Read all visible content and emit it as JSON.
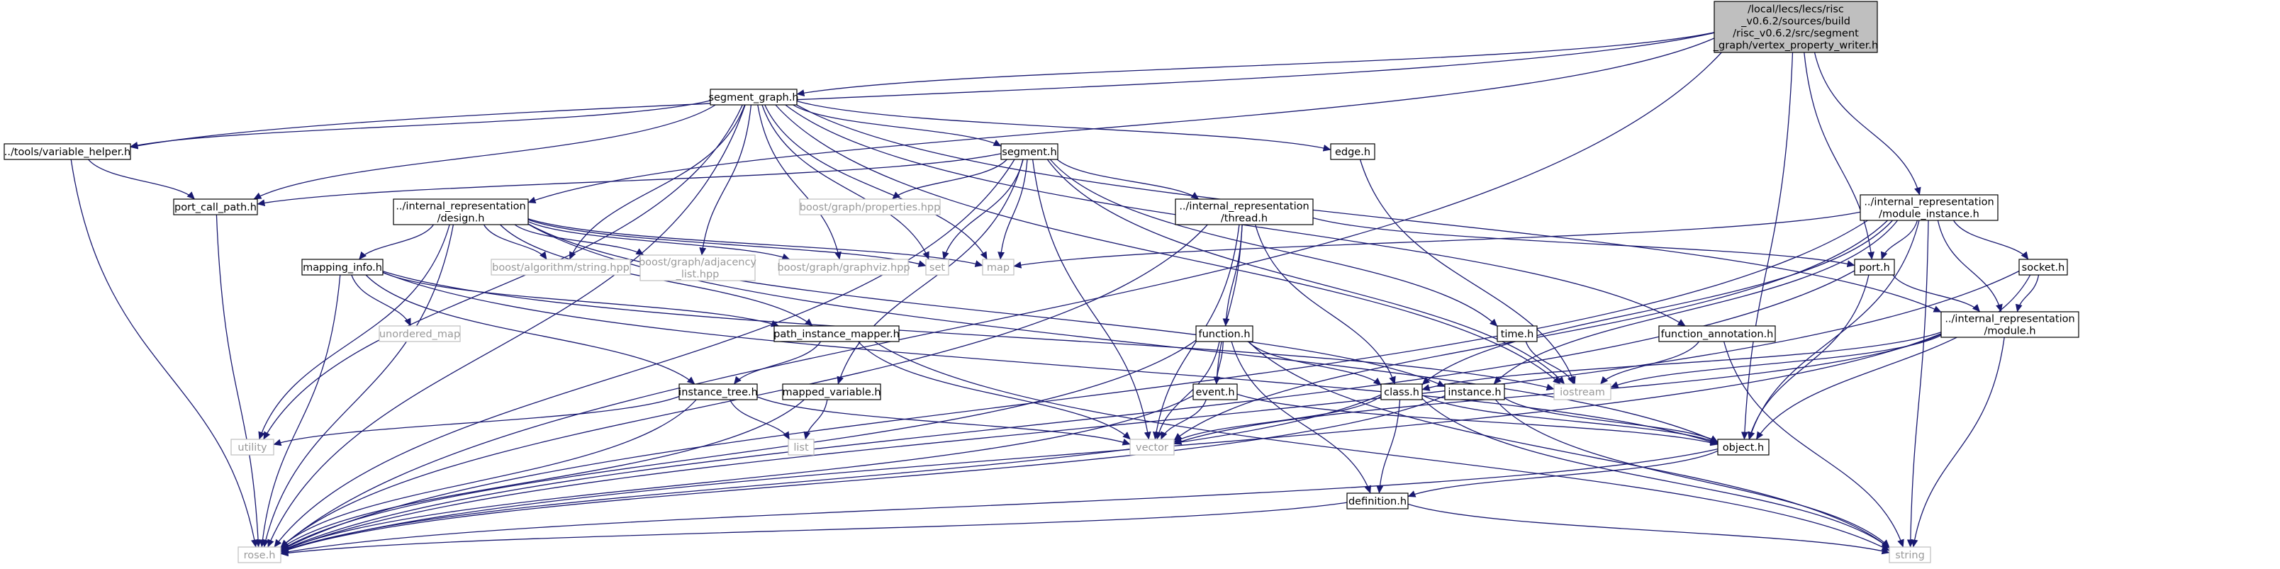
{
  "colors": {
    "edge": "#191970",
    "node_border": "#000000",
    "external_border": "#bfbfbf",
    "root_fill": "#bfbfbf",
    "node_fill": "#ffffff",
    "external_text": "#9a9a9a"
  },
  "nodes": [
    {
      "id": "root",
      "lines": [
        "/local/lecs/lecs/risc",
        "_v0.6.2/sources/build",
        "/risc_v0.6.2/src/segment",
        "_graph/vertex_property_writer.h"
      ],
      "kind": "root"
    },
    {
      "id": "segment_graph",
      "lines": [
        "segment_graph.h"
      ],
      "kind": "header"
    },
    {
      "id": "variable_helper",
      "lines": [
        "../tools/variable_helper.h"
      ],
      "kind": "header"
    },
    {
      "id": "segment",
      "lines": [
        "segment.h"
      ],
      "kind": "header"
    },
    {
      "id": "edge",
      "lines": [
        "edge.h"
      ],
      "kind": "header"
    },
    {
      "id": "module_instance",
      "lines": [
        "../internal_representation",
        "/module_instance.h"
      ],
      "kind": "header"
    },
    {
      "id": "port_call_path",
      "lines": [
        "port_call_path.h"
      ],
      "kind": "header"
    },
    {
      "id": "design",
      "lines": [
        "../internal_representation",
        "/design.h"
      ],
      "kind": "header"
    },
    {
      "id": "properties_hpp",
      "lines": [
        "boost/graph/properties.hpp"
      ],
      "kind": "external"
    },
    {
      "id": "thread",
      "lines": [
        "../internal_representation",
        "/thread.h"
      ],
      "kind": "header"
    },
    {
      "id": "string_hpp",
      "lines": [
        "boost/algorithm/string.hpp"
      ],
      "kind": "external"
    },
    {
      "id": "adjacency_hpp",
      "lines": [
        "boost/graph/adjacency",
        "_list.hpp"
      ],
      "kind": "external"
    },
    {
      "id": "graphviz_hpp",
      "lines": [
        "boost/graph/graphviz.hpp"
      ],
      "kind": "external"
    },
    {
      "id": "set",
      "lines": [
        "set"
      ],
      "kind": "external"
    },
    {
      "id": "map",
      "lines": [
        "map"
      ],
      "kind": "external"
    },
    {
      "id": "port",
      "lines": [
        "port.h"
      ],
      "kind": "header"
    },
    {
      "id": "socket",
      "lines": [
        "socket.h"
      ],
      "kind": "header"
    },
    {
      "id": "mapping_info",
      "lines": [
        "mapping_info.h"
      ],
      "kind": "header"
    },
    {
      "id": "unordered_map",
      "lines": [
        "unordered_map"
      ],
      "kind": "external"
    },
    {
      "id": "path_instance_mapper",
      "lines": [
        "path_instance_mapper.h"
      ],
      "kind": "header"
    },
    {
      "id": "function",
      "lines": [
        "function.h"
      ],
      "kind": "header"
    },
    {
      "id": "time",
      "lines": [
        "time.h"
      ],
      "kind": "header"
    },
    {
      "id": "function_annotation",
      "lines": [
        "function_annotation.h"
      ],
      "kind": "header"
    },
    {
      "id": "module",
      "lines": [
        "../internal_representation",
        "/module.h"
      ],
      "kind": "header"
    },
    {
      "id": "instance_tree",
      "lines": [
        "instance_tree.h"
      ],
      "kind": "header"
    },
    {
      "id": "mapped_variable",
      "lines": [
        "mapped_variable.h"
      ],
      "kind": "header"
    },
    {
      "id": "event",
      "lines": [
        "event.h"
      ],
      "kind": "header"
    },
    {
      "id": "class",
      "lines": [
        "class.h"
      ],
      "kind": "header"
    },
    {
      "id": "instance",
      "lines": [
        "instance.h"
      ],
      "kind": "header"
    },
    {
      "id": "iostream",
      "lines": [
        "iostream"
      ],
      "kind": "external"
    },
    {
      "id": "utility",
      "lines": [
        "utility"
      ],
      "kind": "external"
    },
    {
      "id": "list",
      "lines": [
        "list"
      ],
      "kind": "external"
    },
    {
      "id": "vector",
      "lines": [
        "vector"
      ],
      "kind": "external"
    },
    {
      "id": "object",
      "lines": [
        "object.h"
      ],
      "kind": "header"
    },
    {
      "id": "definition",
      "lines": [
        "definition.h"
      ],
      "kind": "header"
    },
    {
      "id": "rose",
      "lines": [
        "rose.h"
      ],
      "kind": "external"
    },
    {
      "id": "string",
      "lines": [
        "string"
      ],
      "kind": "external"
    }
  ],
  "edges": [
    [
      "root",
      "segment_graph"
    ],
    [
      "root",
      "variable_helper"
    ],
    [
      "root",
      "design"
    ],
    [
      "root",
      "module_instance"
    ],
    [
      "root",
      "port"
    ],
    [
      "root",
      "object"
    ],
    [
      "root",
      "rose"
    ],
    [
      "variable_helper",
      "port_call_path"
    ],
    [
      "variable_helper",
      "rose"
    ],
    [
      "segment_graph",
      "variable_helper"
    ],
    [
      "segment_graph",
      "segment"
    ],
    [
      "segment_graph",
      "edge"
    ],
    [
      "segment_graph",
      "port_call_path"
    ],
    [
      "segment_graph",
      "string_hpp"
    ],
    [
      "segment_graph",
      "adjacency_hpp"
    ],
    [
      "segment_graph",
      "graphviz_hpp"
    ],
    [
      "segment_graph",
      "set"
    ],
    [
      "segment_graph",
      "map"
    ],
    [
      "segment_graph",
      "function_annotation"
    ],
    [
      "segment_graph",
      "module"
    ],
    [
      "segment_graph",
      "iostream"
    ],
    [
      "segment_graph",
      "utility"
    ],
    [
      "segment_graph",
      "rose"
    ],
    [
      "segment",
      "port_call_path"
    ],
    [
      "segment",
      "properties_hpp"
    ],
    [
      "segment",
      "thread"
    ],
    [
      "segment",
      "set"
    ],
    [
      "segment",
      "map"
    ],
    [
      "segment",
      "time"
    ],
    [
      "segment",
      "mapped_variable"
    ],
    [
      "segment",
      "iostream"
    ],
    [
      "segment",
      "vector"
    ],
    [
      "segment",
      "rose"
    ],
    [
      "edge",
      "iostream"
    ],
    [
      "design",
      "mapping_info"
    ],
    [
      "design",
      "string_hpp"
    ],
    [
      "design",
      "adjacency_hpp"
    ],
    [
      "design",
      "graphviz_hpp"
    ],
    [
      "design",
      "set"
    ],
    [
      "design",
      "map"
    ],
    [
      "design",
      "path_instance_mapper"
    ],
    [
      "design",
      "object"
    ],
    [
      "design",
      "instance"
    ],
    [
      "design",
      "utility"
    ],
    [
      "design",
      "rose"
    ],
    [
      "port_call_path",
      "rose"
    ],
    [
      "thread",
      "function"
    ],
    [
      "thread",
      "event"
    ],
    [
      "thread",
      "class"
    ],
    [
      "thread",
      "port"
    ],
    [
      "thread",
      "vector"
    ],
    [
      "thread",
      "rose"
    ],
    [
      "module_instance",
      "map"
    ],
    [
      "module_instance",
      "port"
    ],
    [
      "module_instance",
      "socket"
    ],
    [
      "module_instance",
      "module"
    ],
    [
      "module_instance",
      "class"
    ],
    [
      "module_instance",
      "instance"
    ],
    [
      "module_instance",
      "object"
    ],
    [
      "module_instance",
      "vector"
    ],
    [
      "module_instance",
      "rose"
    ],
    [
      "module_instance",
      "string"
    ],
    [
      "port",
      "module"
    ],
    [
      "port",
      "object"
    ],
    [
      "port",
      "rose"
    ],
    [
      "socket",
      "module"
    ],
    [
      "socket",
      "object"
    ],
    [
      "socket",
      "rose"
    ],
    [
      "mapping_info",
      "unordered_map"
    ],
    [
      "mapping_info",
      "path_instance_mapper"
    ],
    [
      "mapping_info",
      "instance_tree"
    ],
    [
      "mapping_info",
      "iostream"
    ],
    [
      "mapping_info",
      "object"
    ],
    [
      "mapping_info",
      "rose"
    ],
    [
      "path_instance_mapper",
      "instance_tree"
    ],
    [
      "path_instance_mapper",
      "vector"
    ],
    [
      "path_instance_mapper",
      "string"
    ],
    [
      "function",
      "event"
    ],
    [
      "function",
      "class"
    ],
    [
      "function",
      "definition"
    ],
    [
      "function",
      "vector"
    ],
    [
      "function",
      "rose"
    ],
    [
      "function",
      "string"
    ],
    [
      "time",
      "iostream"
    ],
    [
      "function_annotation",
      "iostream"
    ],
    [
      "function_annotation",
      "string"
    ],
    [
      "module",
      "class"
    ],
    [
      "module",
      "iostream"
    ],
    [
      "module",
      "vector"
    ],
    [
      "module",
      "rose"
    ],
    [
      "module",
      "string"
    ],
    [
      "instance_tree",
      "utility"
    ],
    [
      "instance_tree",
      "list"
    ],
    [
      "instance_tree",
      "vector"
    ],
    [
      "instance_tree",
      "rose"
    ],
    [
      "mapped_variable",
      "list"
    ],
    [
      "mapped_variable",
      "rose"
    ],
    [
      "event",
      "vector"
    ],
    [
      "event",
      "object"
    ],
    [
      "event",
      "rose"
    ],
    [
      "class",
      "vector"
    ],
    [
      "class",
      "object"
    ],
    [
      "class",
      "definition"
    ],
    [
      "class",
      "rose"
    ],
    [
      "class",
      "string"
    ],
    [
      "instance",
      "object"
    ],
    [
      "instance",
      "rose"
    ],
    [
      "instance",
      "string"
    ],
    [
      "object",
      "definition"
    ],
    [
      "object",
      "rose"
    ],
    [
      "definition",
      "rose"
    ],
    [
      "definition",
      "string"
    ]
  ]
}
